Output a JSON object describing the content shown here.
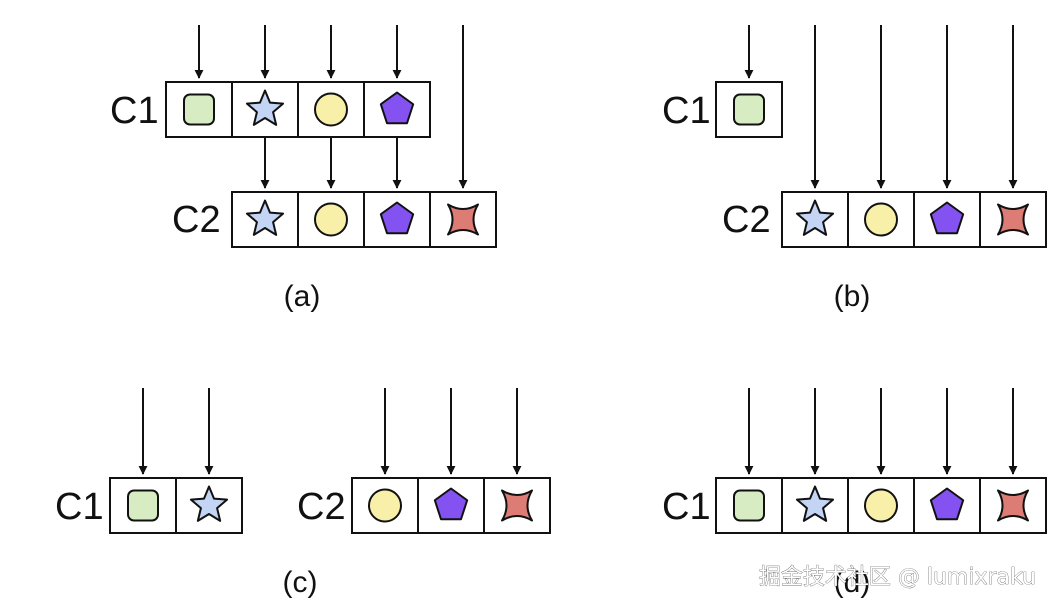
{
  "panels": [
    {
      "id": "a",
      "caption": "(a)",
      "chains": [
        {
          "label": "C1",
          "items": [
            "square",
            "star",
            "circle",
            "pentagon"
          ]
        },
        {
          "label": "C2",
          "items": [
            "star",
            "circle",
            "pentagon",
            "cross"
          ]
        }
      ]
    },
    {
      "id": "b",
      "caption": "(b)",
      "chains": [
        {
          "label": "C1",
          "items": [
            "square"
          ]
        },
        {
          "label": "C2",
          "items": [
            "star",
            "circle",
            "pentagon",
            "cross"
          ]
        }
      ]
    },
    {
      "id": "c",
      "caption": "(c)",
      "chains": [
        {
          "label": "C1",
          "items": [
            "square",
            "star"
          ]
        },
        {
          "label": "C2",
          "items": [
            "circle",
            "pentagon",
            "cross"
          ]
        }
      ]
    },
    {
      "id": "d",
      "caption": "(d)",
      "chains": [
        {
          "label": "C1",
          "items": [
            "square",
            "star",
            "circle",
            "pentagon",
            "cross"
          ]
        }
      ]
    }
  ],
  "watermark": "掘金技术社区 @ lumixraku",
  "colors": {
    "square": "#d8ecc4",
    "star": "#c4d4f4",
    "circle": "#f8f0a8",
    "pentagon": "#8452f0",
    "cross": "#dc7c74",
    "stroke": "#111111"
  }
}
